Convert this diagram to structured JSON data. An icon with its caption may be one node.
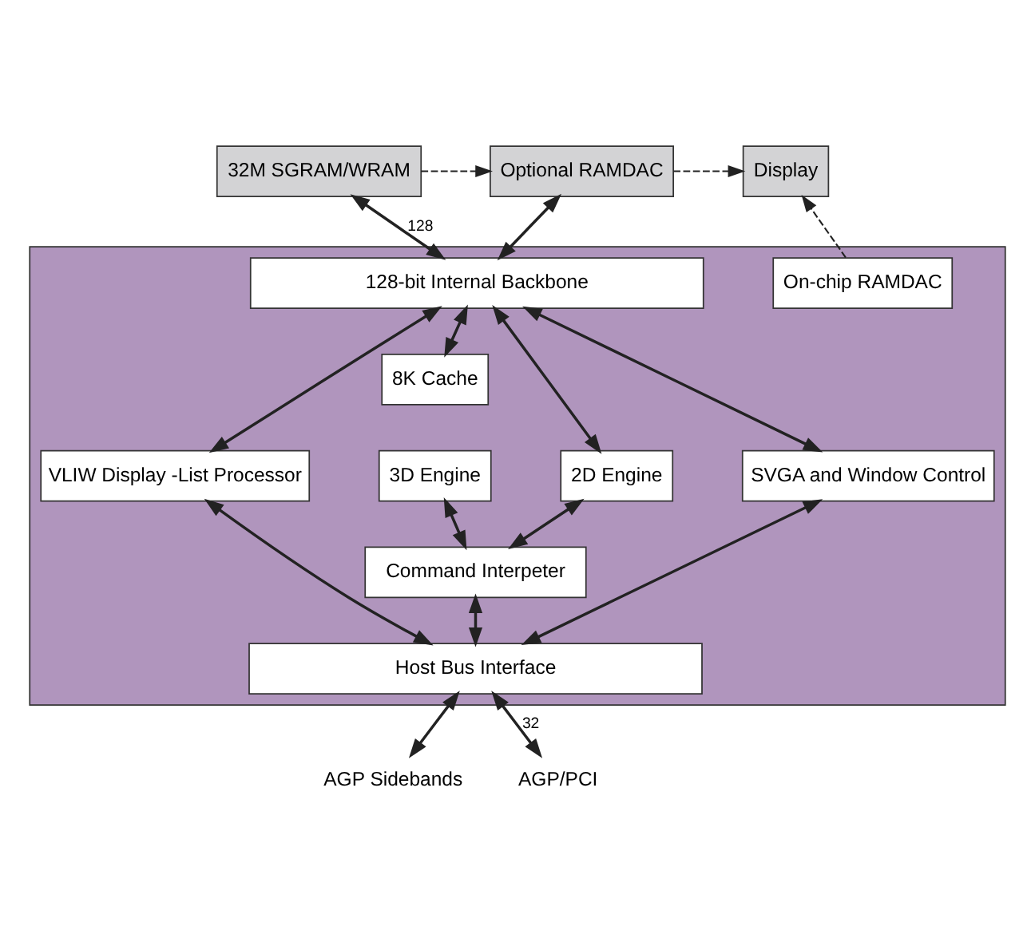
{
  "diagram": {
    "nodes": [
      {
        "text": [
          "32M SGRAM/WRAM"
        ]
      },
      {
        "text": [
          "Optional RAMDAC"
        ]
      },
      {
        "text": [
          "Display"
        ]
      },
      {
        "text": [],
        "shape": "box"
      },
      {
        "text": [
          "128-bit Internal Backbone"
        ],
        "in": 3
      },
      {
        "text": [
          "On-chip RAMDAC"
        ],
        "in": 3
      },
      {
        "text": [
          "8K Cache"
        ],
        "in": 3
      },
      {
        "text": [
          "3D Engine"
        ],
        "in": 3
      },
      {
        "text": [
          "2D Engine"
        ],
        "in": 3
      },
      {
        "text": [
          "VLIW Display -List Processor"
        ],
        "in": 3
      },
      {
        "text": [
          "SVGA and Window Control"
        ],
        "in": 3
      },
      {
        "text": [
          "Command Interpeter"
        ],
        "in": 3
      },
      {
        "text": [
          "Host Bus Interface"
        ],
        "in": 3
      },
      {
        "text": [
          "AGP Sidebands"
        ]
      },
      {
        "text": [
          "AGP/PCI"
        ]
      }
    ],
    "edges": [
      {
        "from": 0,
        "to": 1,
        "arrow": "to",
        "style": "dashed"
      },
      {
        "from": 1,
        "to": 2,
        "arrow": "to",
        "style": "dashed"
      },
      {
        "from": 5,
        "to": 2,
        "arrow": "to",
        "style": "dashed"
      },
      {
        "from": 0,
        "to": 4,
        "arrow": "both",
        "label": "128"
      },
      {
        "from": 1,
        "to": 4,
        "arrow": "both"
      },
      {
        "from": 4,
        "to": 9,
        "arrow": "both"
      },
      {
        "from": 4,
        "to": 6,
        "arrow": "both"
      },
      {
        "from": 4,
        "to": 8,
        "arrow": "both"
      },
      {
        "from": 4,
        "to": 10,
        "arrow": "both"
      },
      {
        "from": 7,
        "to": 11,
        "arrow": "both"
      },
      {
        "from": 8,
        "to": 11,
        "arrow": "both"
      },
      {
        "from": 9,
        "to": 12,
        "arrow": "both"
      },
      {
        "from": 11,
        "to": 12,
        "arrow": "both"
      },
      {
        "from": 10,
        "to": 12,
        "arrow": "both"
      },
      {
        "from": 12,
        "to": 13,
        "arrow": "both"
      },
      {
        "from": 12,
        "to": 14,
        "arrow": "both",
        "label": "32"
      }
    ]
  }
}
